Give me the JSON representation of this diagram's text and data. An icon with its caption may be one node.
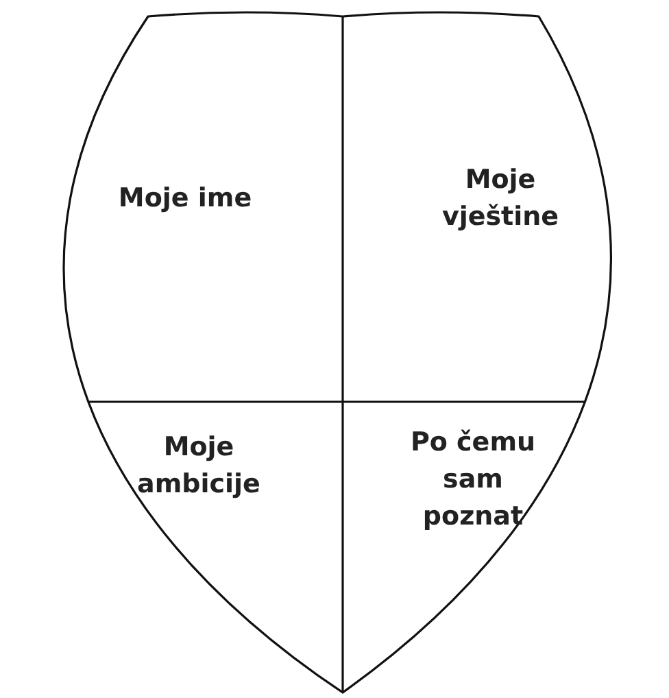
{
  "diagram": {
    "nodes": [
      {
        "text": [
          "Moje ime"
        ]
      },
      {
        "text": [
          "Moje vještine"
        ]
      },
      {
        "text": [
          "Moje ambicije"
        ]
      },
      {
        "text": [
          "Po čemu sam poznat"
        ]
      }
    ],
    "edges": []
  }
}
